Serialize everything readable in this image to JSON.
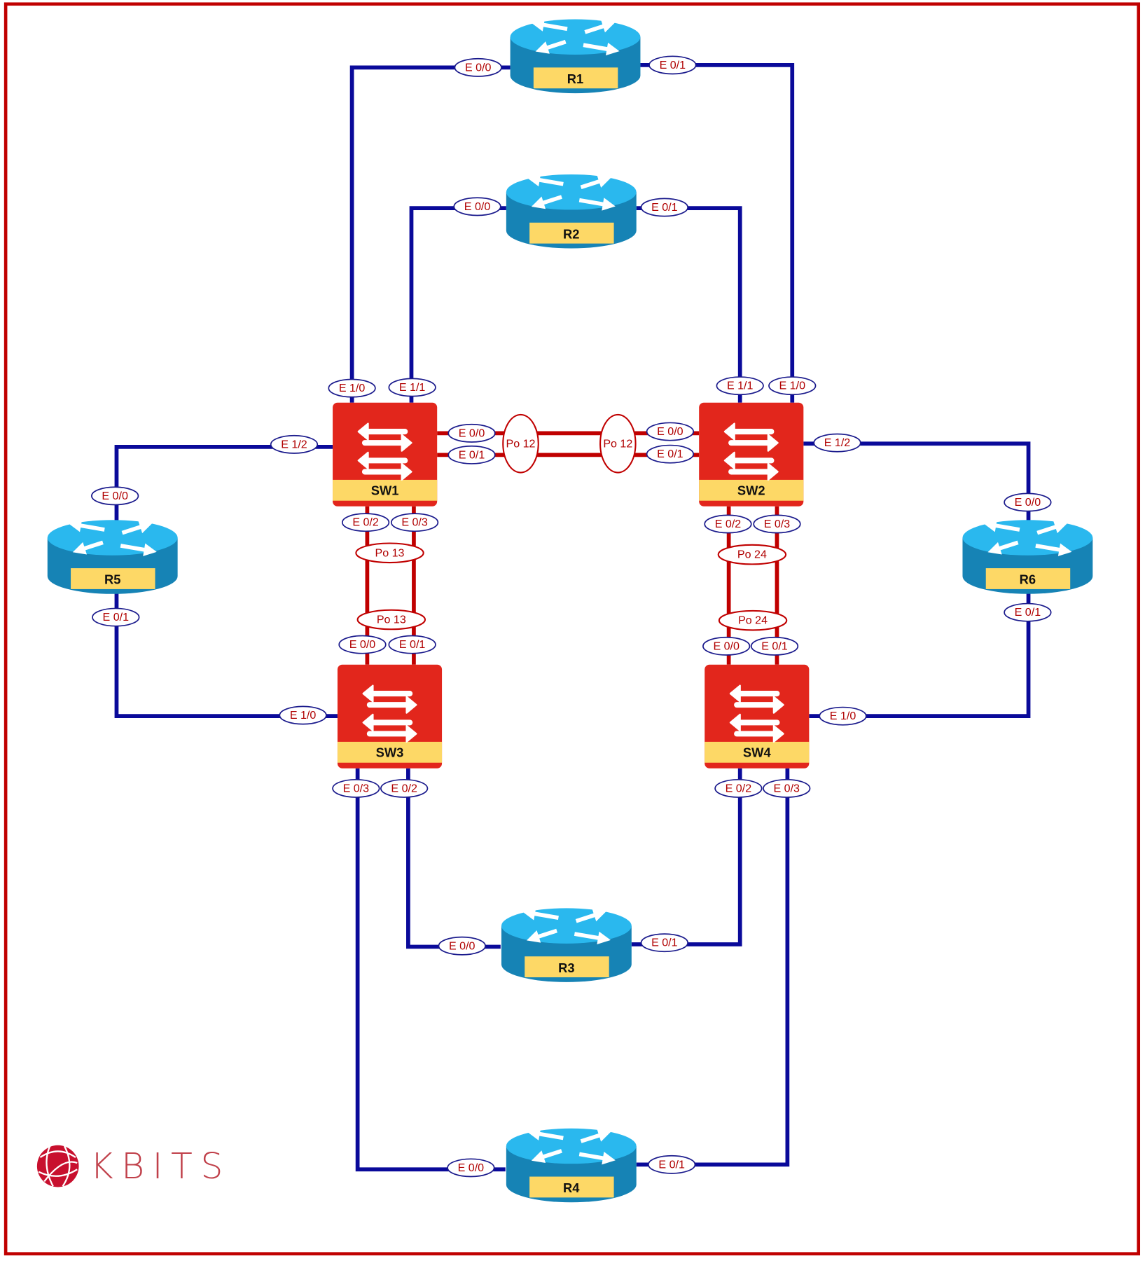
{
  "devices": {
    "R1": "R1",
    "R2": "R2",
    "R3": "R3",
    "R4": "R4",
    "R5": "R5",
    "R6": "R6",
    "SW1": "SW1",
    "SW2": "SW2",
    "SW3": "SW3",
    "SW4": "SW4"
  },
  "ports": {
    "r1_e00": "E 0/0",
    "r1_e01": "E 0/1",
    "r2_e00": "E 0/0",
    "r2_e01": "E 0/1",
    "r3_e00": "E 0/0",
    "r3_e01": "E 0/1",
    "r4_e00": "E 0/0",
    "r4_e01": "E 0/1",
    "r5_e00": "E 0/0",
    "r5_e01": "E 0/1",
    "r6_e00": "E 0/0",
    "r6_e01": "E 0/1",
    "sw1_e10": "E 1/0",
    "sw1_e11": "E 1/1",
    "sw1_e12": "E 1/2",
    "sw1_e00": "E 0/0",
    "sw1_e01": "E 0/1",
    "sw1_e02": "E 0/2",
    "sw1_e03": "E 0/3",
    "sw2_e11": "E 1/1",
    "sw2_e10": "E 1/0",
    "sw2_e12": "E 1/2",
    "sw2_e00": "E 0/0",
    "sw2_e01": "E 0/1",
    "sw2_e02": "E 0/2",
    "sw2_e03": "E 0/3",
    "sw3_e00": "E 0/0",
    "sw3_e01": "E 0/1",
    "sw3_e10": "E 1/0",
    "sw3_e03": "E 0/3",
    "sw3_e02": "E 0/2",
    "sw4_e00": "E 0/0",
    "sw4_e01": "E 0/1",
    "sw4_e10": "E 1/0",
    "sw4_e02": "E 0/2",
    "sw4_e03": "E 0/3"
  },
  "portchannels": {
    "po12_sw1": "Po 12",
    "po12_sw2": "Po 12",
    "po13_sw1": "Po 13",
    "po13_sw3": "Po 13",
    "po24_sw2": "Po 24",
    "po24_sw4": "Po 24"
  },
  "logo": {
    "text": "KBITS"
  },
  "colors": {
    "ethernet_link": "#0a0a9a",
    "etherchannel_link": "#c00000",
    "frame": "#c00000",
    "switch": "#e2261c",
    "router": "#2ab8ee",
    "label_bar": "#fdd866"
  }
}
